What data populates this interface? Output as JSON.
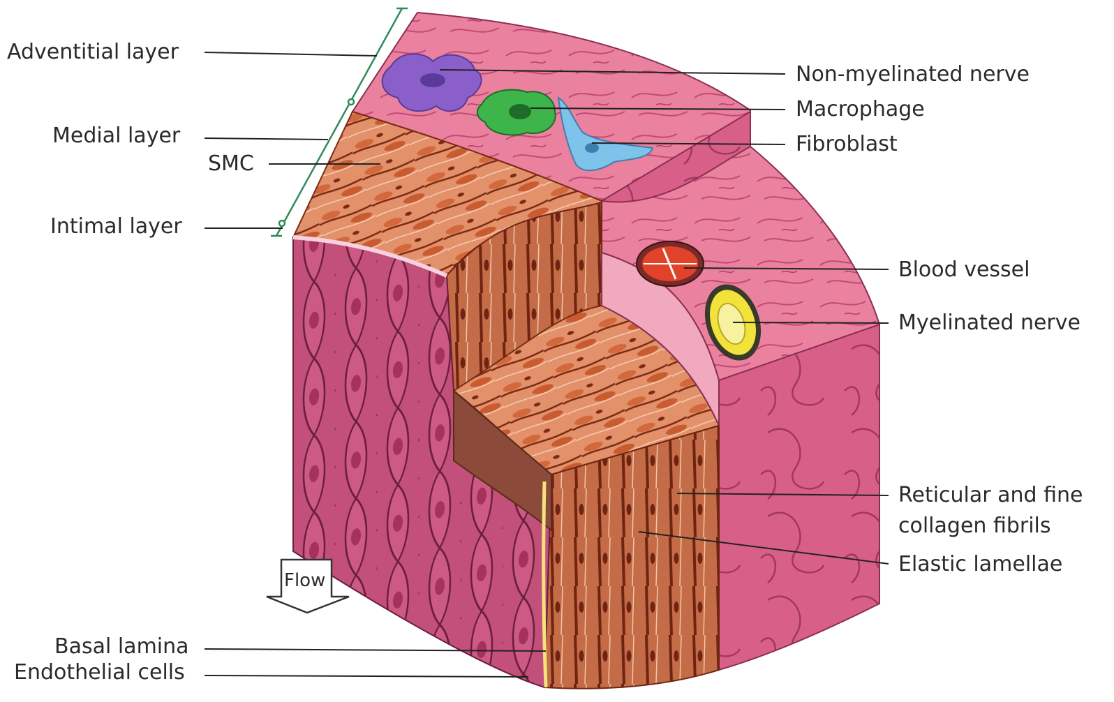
{
  "labels": {
    "adventitial": "Adventitial layer",
    "medial": "Medial layer",
    "smc": "SMC",
    "intimal": "Intimal layer",
    "basal_lamina": "Basal lamina",
    "endothelial": "Endothelial cells",
    "flow": "Flow",
    "non_myelinated": "Non-myelinated nerve",
    "macrophage": "Macrophage",
    "fibroblast": "Fibroblast",
    "blood_vessel": "Blood vessel",
    "myelinated": "Myelinated nerve",
    "reticular_1": "Reticular and fine",
    "reticular_2": "collagen fibrils",
    "elastic": "Elastic lamellae"
  },
  "colors": {
    "adventitia": "#e77a9a",
    "adventitia_dark": "#c9527a",
    "media": "#e08a5c",
    "media_dark": "#7a2a12",
    "intima_face": "#c2507a",
    "endothelium_lines": "#6b1e3a",
    "cells_nucleus": "#a5325a",
    "bracket": "#2e8b57",
    "leader": "#222222",
    "macrophage": "#3db54a",
    "non_myelinated": "#8a5fc9",
    "fibroblast": "#7ec3ea",
    "blood_vessel": "#e0432a",
    "myelinated": "#f2e23c"
  }
}
